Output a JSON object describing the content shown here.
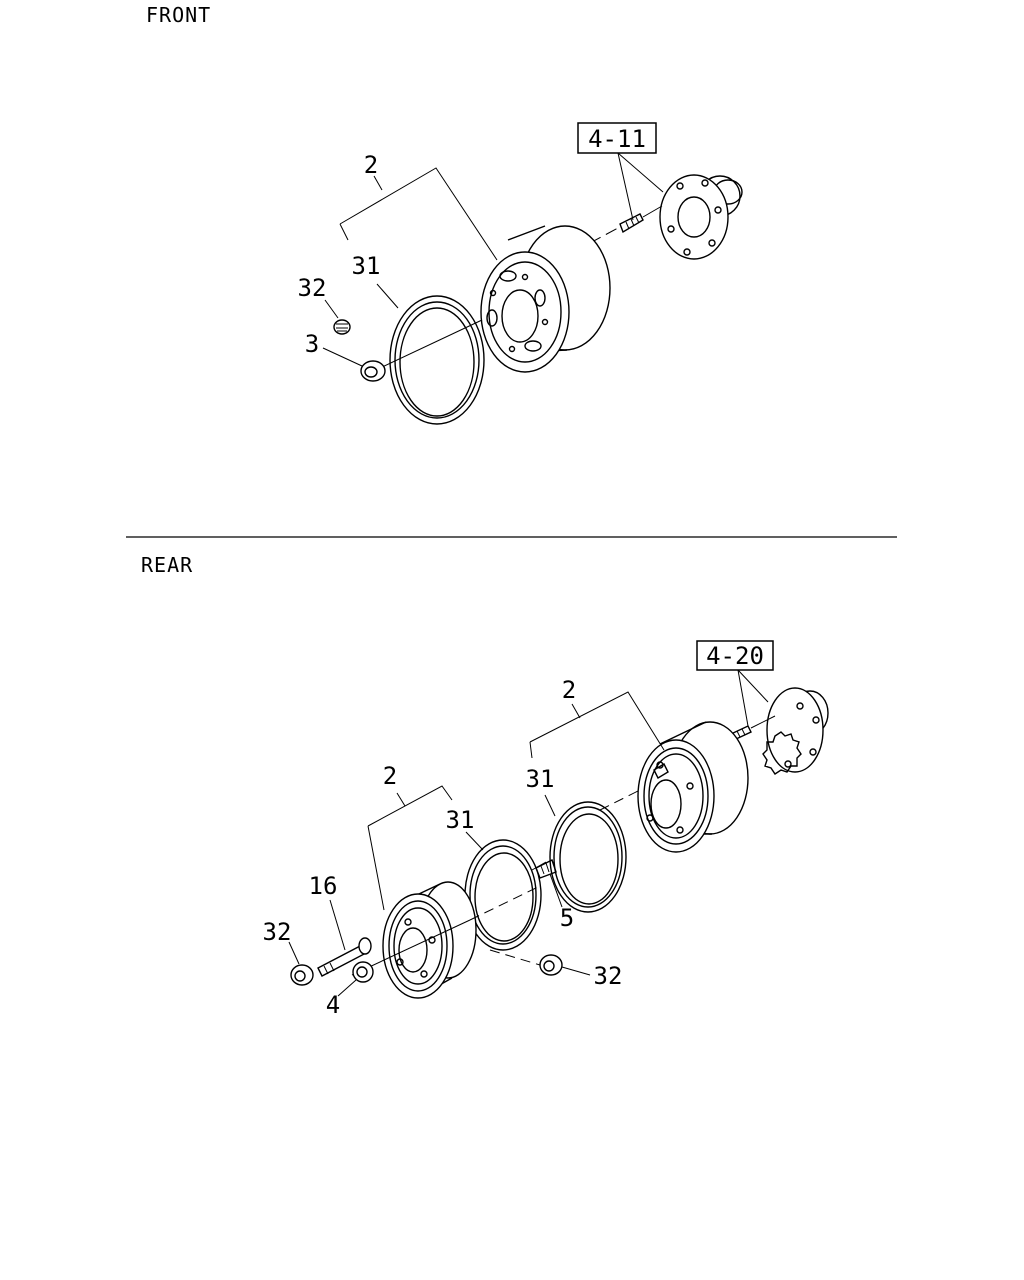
{
  "sections": {
    "front": {
      "title": "FRONT",
      "ref_box": "4-11",
      "callouts": {
        "wheel_assembly": "2",
        "rim_ring": "31",
        "cap": "32",
        "nut": "3"
      }
    },
    "rear": {
      "title": "REAR",
      "ref_box": "4-20",
      "callouts": {
        "inner_wheel_assembly": "2",
        "inner_rim_ring": "31",
        "outer_wheel_assembly": "2",
        "outer_rim_ring": "31",
        "stud": "16",
        "cap_left": "32",
        "inner_nut": "4",
        "adapter": "5",
        "cap_right": "32"
      }
    }
  }
}
